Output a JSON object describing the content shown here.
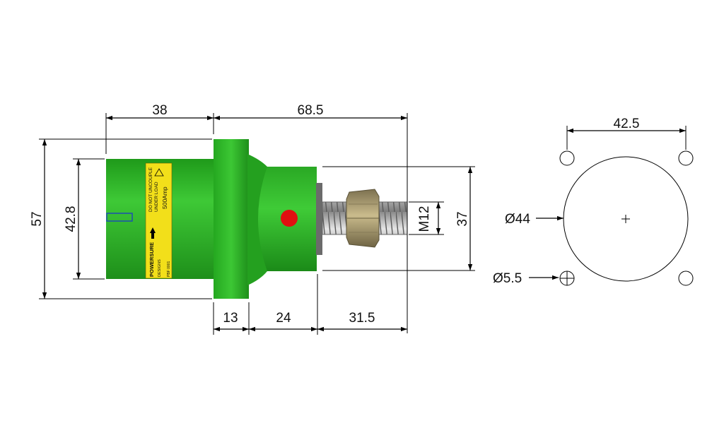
{
  "dimensions": {
    "cap_length": "38",
    "total_length": "68.5",
    "overall_height": "57",
    "cap_diameter": "42.8",
    "flange_width": "13",
    "body_length": "24",
    "stud_length": "31.5",
    "thread": "M12",
    "body_diameter": "37",
    "hole_spacing": "42.5",
    "cutout_diameter": "Ø44",
    "hole_diameter": "Ø5.5"
  },
  "product_label": {
    "warning_line1": "DO NOT UNCOUPLE",
    "warning_line2": "UNDER LOAD",
    "rating": "500Amp",
    "brand": "POWERSURE",
    "tagline": "DESIGNS",
    "part_no": "PBF 0001"
  },
  "colors": {
    "body_green": "#2fb82a",
    "shade_green": "#1f8f1c",
    "label_yellow": "#f2df1a",
    "indicator_red": "#e01010",
    "nut_bronze": "#a89a6e",
    "thread_grey": "#b9b9b9"
  }
}
